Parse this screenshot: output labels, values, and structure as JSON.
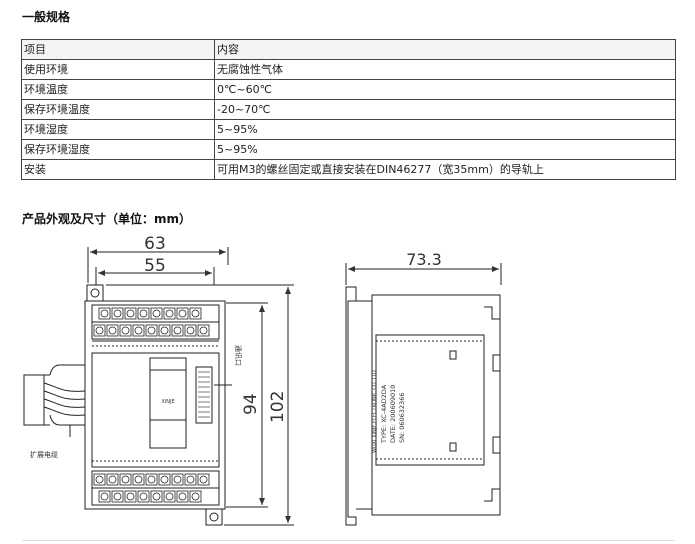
{
  "section1": {
    "title": "一般规格"
  },
  "table": {
    "rows": [
      [
        "项目",
        "内容"
      ],
      [
        "使用环境",
        "无腐蚀性气体"
      ],
      [
        "环境温度",
        "0℃~60℃"
      ],
      [
        "保存环境温度",
        "-20~70℃"
      ],
      [
        "环境湿度",
        "5~95%"
      ],
      [
        "保存环境湿度",
        "5~95%"
      ],
      [
        "安装",
        "可用M3的螺丝固定或直接安装在DIN46277（宽35mm）的导轨上"
      ]
    ]
  },
  "section2": {
    "title": "产品外观及尺寸（单位：mm）"
  },
  "drawing": {
    "dim_width_total": "63",
    "dim_width_inner": "55",
    "dim_height_inner": "94",
    "dim_height_total": "102",
    "dim_depth": "73.3",
    "label_comm_port": "通讯口",
    "label_expansion_cable": "扩展电缆",
    "front_brand": "XINJE",
    "side_label_line1": "TYPE: XC-4AD2DA",
    "side_label_line2": "DATE: 200609010",
    "side_label_line3": "SN: 060632366",
    "side_label_line4": "WUXI XINJE ELECTRONIC CO.,LTD"
  }
}
